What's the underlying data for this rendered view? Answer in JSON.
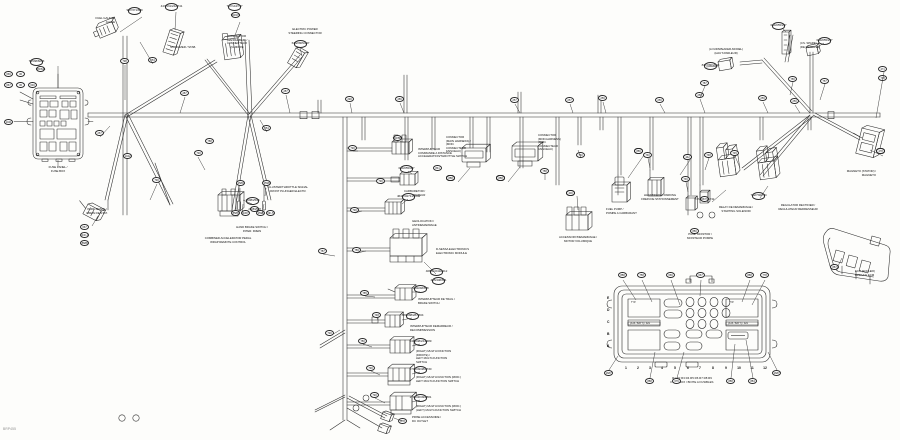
{
  "sheet": {
    "watermark": "BRP455",
    "background": "#fdfdfb",
    "line_color": "#2b2b2b"
  },
  "fuse_box": {
    "name": "fuse-relay-box",
    "bottom_numbers": [
      "1",
      "2",
      "3",
      "4",
      "5",
      "6",
      "7",
      "8",
      "9",
      "10",
      "11",
      "12"
    ],
    "side_letters": [
      "E",
      "D",
      "C",
      "B",
      "A"
    ],
    "footer": "R1 R2 R3 R4 R5 R6 R7 R8 R9\nFUSE BOX / BOITE A FUSIBLES",
    "inner_labels": [
      "TYP.",
      "TYP."
    ],
    "inner_sub": [
      "(A15 / BATT) / IGN",
      "(A15 / BATT) / IGN"
    ],
    "callouts_top": [
      "888",
      "758",
      "666",
      "667",
      "888",
      "778"
    ],
    "callouts_bottom": [
      "1687",
      "888",
      "676",
      "888",
      "884",
      "1687"
    ]
  },
  "callouts": {
    "main_trunk": [
      "257",
      "287",
      "287",
      "290",
      "286",
      "257",
      "257",
      "256",
      "256",
      "258",
      "256",
      "250",
      "253",
      "254"
    ],
    "left_column": [
      "666",
      "30",
      "667",
      "30",
      "630",
      "1041",
      "1042"
    ],
    "branches": [
      "798",
      "790",
      "790",
      "788",
      "790",
      "790",
      "790",
      "789",
      "785",
      "748",
      "780",
      "790",
      "790",
      "790",
      "787",
      "788",
      "760",
      "740",
      "746",
      "748",
      "745",
      "787",
      "786",
      "757"
    ]
  },
  "connectors": [
    {
      "id": "fuse-panel-main",
      "labels": [
        "T1538/6093",
        "780/646"
      ],
      "caption": "FUSE PANEL /\nFUSE BOX"
    },
    {
      "id": "fuel-gauge-connector",
      "labels": [
        "997/371/800"
      ],
      "caption": "FUEL GAUGE /\nJAUGE"
    },
    {
      "id": "stabilizer-connector",
      "labels": [
        "447/431/242/741"
      ],
      "caption": "STABILIZER / STAB."
    },
    {
      "id": "handlebar-harness-connector",
      "labels": [
        "717/144/747",
        "990/371"
      ],
      "caption": "CONNECTOR\n(HANDLEBAR) /\nCONNECTEUR\n(GUIDON)"
    },
    {
      "id": "electric-power-steering-connector",
      "labels": [
        "644/2805/247"
      ],
      "caption": "ELECTRIC POWER\nSTEERING CONNECTOR"
    },
    {
      "id": "park-brake-connector",
      "labels": [
        "667",
        "DCF-1",
        "8688"
      ],
      "caption": "PARK BRAKE /\nFREIN DE STAT."
    },
    {
      "id": "hand-warmer-connector",
      "labels": [
        "2608/2598",
        "8778"
      ],
      "caption": "HAND WARMER /\nCHAUFFE-MAINS"
    },
    {
      "id": "combination-throttle-connector",
      "labels": [
        "2608/2598"
      ],
      "caption": "COMBINED ACCELERATOR PEDAL\nWRAP REMOTE CONTROL"
    },
    {
      "id": "hand-brake-switch-connector",
      "labels": [
        "8588",
        "2367",
        "2595",
        "DF-5"
      ],
      "caption": "HAND BRAKE SWITCH /\nINTER. FREIN"
    },
    {
      "id": "throttle-position-connector",
      "labels": [
        "2589",
        "2598"
      ],
      "caption": "CLUSTER/THROTTLE SIGNAL\nFRONT PLUNGER ELECTR."
    },
    {
      "id": "ignition-throttle-connector",
      "labels": [
        "990/887"
      ],
      "caption": "INTERRUPTEUR\nCOMMANDE A DISTANCE\nACCELERATION/THROTTLE SWITCH"
    },
    {
      "id": "carburetor-connector",
      "labels": [
        "044/055/087",
        "841"
      ],
      "caption": "CARBURETOR /\nCARBURATEUR"
    },
    {
      "id": "geolocation-connector",
      "labels": [
        "464/790/711/1049"
      ],
      "caption": "GEOLOCATION /\nANTIDEMARRAGE"
    },
    {
      "id": "dessa-electronic-module-connector",
      "labels": [
        "408/410/411/412",
        "415/408/841"
      ],
      "caption": "D-SESSA ELECTRONICS\nELECTRONIC MODULE"
    },
    {
      "id": "connector-module-harness-left",
      "labels": [
        "888",
        "888",
        "888",
        "891",
        "883",
        "890",
        "888",
        "884",
        "888"
      ],
      "caption": "CONNECTOR\n(MAIN HARNESS) /\n(MOD.\nCONNECTEUR\nFAISCEAU)"
    },
    {
      "id": "connector-module-harness-right",
      "labels": [
        "883",
        "888",
        "888",
        "884",
        "888",
        "890",
        "888",
        "884",
        "888"
      ],
      "caption": "CONNECTOR\n(MOD.HARNESS)\n(MOD.\nCONNECTEUR\nFAISCEAU)"
    },
    {
      "id": "acc-electric-connector",
      "labels": [
        "287",
        "441",
        "445",
        "400"
      ],
      "caption": "ACCESSORY/DEMARRAGE /\nMOTOR VOLUMIQUE"
    },
    {
      "id": "fuel-pump-connector",
      "labels": [
        "821",
        "272",
        "270",
        "886"
      ],
      "caption": "FUEL PUMP /\nPOMPE A CARBURANT"
    },
    {
      "id": "handbrake-electrical-connector",
      "labels": [
        "247",
        "442",
        "441",
        "446"
      ],
      "caption": "HANDBRAKE / PARKING\nFREIN DE STATIONNEMENT"
    },
    {
      "id": "fuel-sensor-connector",
      "labels": [
        "888",
        "849"
      ],
      "caption": "FUEL SENSOR /\nSONDE ESSENCE"
    },
    {
      "id": "pump-connector",
      "labels": [
        "880"
      ],
      "caption": "PUMP MONITOR /\nMONITEUR POMPE"
    },
    {
      "id": "loudspeaker-module-connector",
      "labels": [
        "847/280/2044"
      ],
      "caption": "(LOUDSPEAKER-MODEL)\n(HAUT-PARLEUR)"
    },
    {
      "id": "efi-connector",
      "labels": [
        "044/055/247"
      ],
      "caption": ""
    },
    {
      "id": "spare-connector-top",
      "labels": [
        "044/055/247"
      ],
      "caption": "(CS. SPARE)\n(DE RESERVE)"
    },
    {
      "id": "relay-starter-connector",
      "labels": [
        "747/736/734/742"
      ],
      "caption": "RELAY DE DEMARRAGE /\nSTARTING SOLENOID"
    },
    {
      "id": "voltage-regulator-connector",
      "labels": [
        "732/736/734"
      ],
      "caption": "REGULATOR RECTIFIER /\nREGULATEUR REDRESSEUR"
    },
    {
      "id": "rectifier-connector",
      "labels": [
        "471",
        "748"
      ],
      "caption": "MAGNETO (STATOR) /\nMAGNETO"
    },
    {
      "id": "ground-stack-right",
      "labels": [
        "784",
        "287",
        "478",
        "461",
        "844",
        "478"
      ],
      "caption": ""
    },
    {
      "id": "ecm-main-connector",
      "labels": [
        "887"
      ],
      "caption": "ECU (ECM-EFI)\nMODULE ECM"
    },
    {
      "id": "combination-throttle-switch-connector",
      "labels": [
        "100/248/878"
      ],
      "caption": "INTERRUPTEUR DE TRAIL /\nBRAKE SWITCH"
    },
    {
      "id": "decompression-connector",
      "labels": [
        "880/288/287/304"
      ],
      "caption": "INTERRUPTEUR DEMARREUR /\nDECOMPRESSION"
    },
    {
      "id": "right-multifunction-connector",
      "labels": [
        "240/248/244/489"
      ],
      "caption": "(RIGHT) MULTI-FONCTION\n(DROITE) /\nLEFT MULTI-FUNCTION\nSWITCH"
    },
    {
      "id": "left-multifunction-connector",
      "labels": [
        "279/249/480/730"
      ],
      "caption": "(RIGHT) MULTI-FUNCTION (MOD.)\nLEFT MULTI-FUNCTION SWITCH"
    },
    {
      "id": "multifunction-module-connector",
      "labels": [
        "279/240/499/881"
      ],
      "caption": "(RIGHT) MULTI-FUNCTION (MOD.)\n(LEFT) MULTI-FUNCTION SWITCH"
    },
    {
      "id": "accessory-outlet-connector",
      "labels": [
        "878"
      ],
      "caption": "PRISE ACCESSOIRE /\nDC OUTLET"
    },
    {
      "id": "front-accessory-connector",
      "labels": [
        "878"
      ],
      "caption": "PRISE ACCESSOIRE /\nACCESSORY MULTI-FUNCTION OUTLET"
    },
    {
      "id": "rear-lamp-connector",
      "labels": [
        "887"
      ],
      "caption": "ECU (ECM-EFI)\nBOITE ECU"
    },
    {
      "id": "rear-harness-connector",
      "labels": [
        "1041"
      ],
      "caption": ""
    },
    {
      "id": "lower-ground-left",
      "labels": [
        "8688",
        "878"
      ],
      "caption": "COMBINED ACCELERATOR PEDAL\nWRAP REMOTE CONTROL"
    }
  ]
}
